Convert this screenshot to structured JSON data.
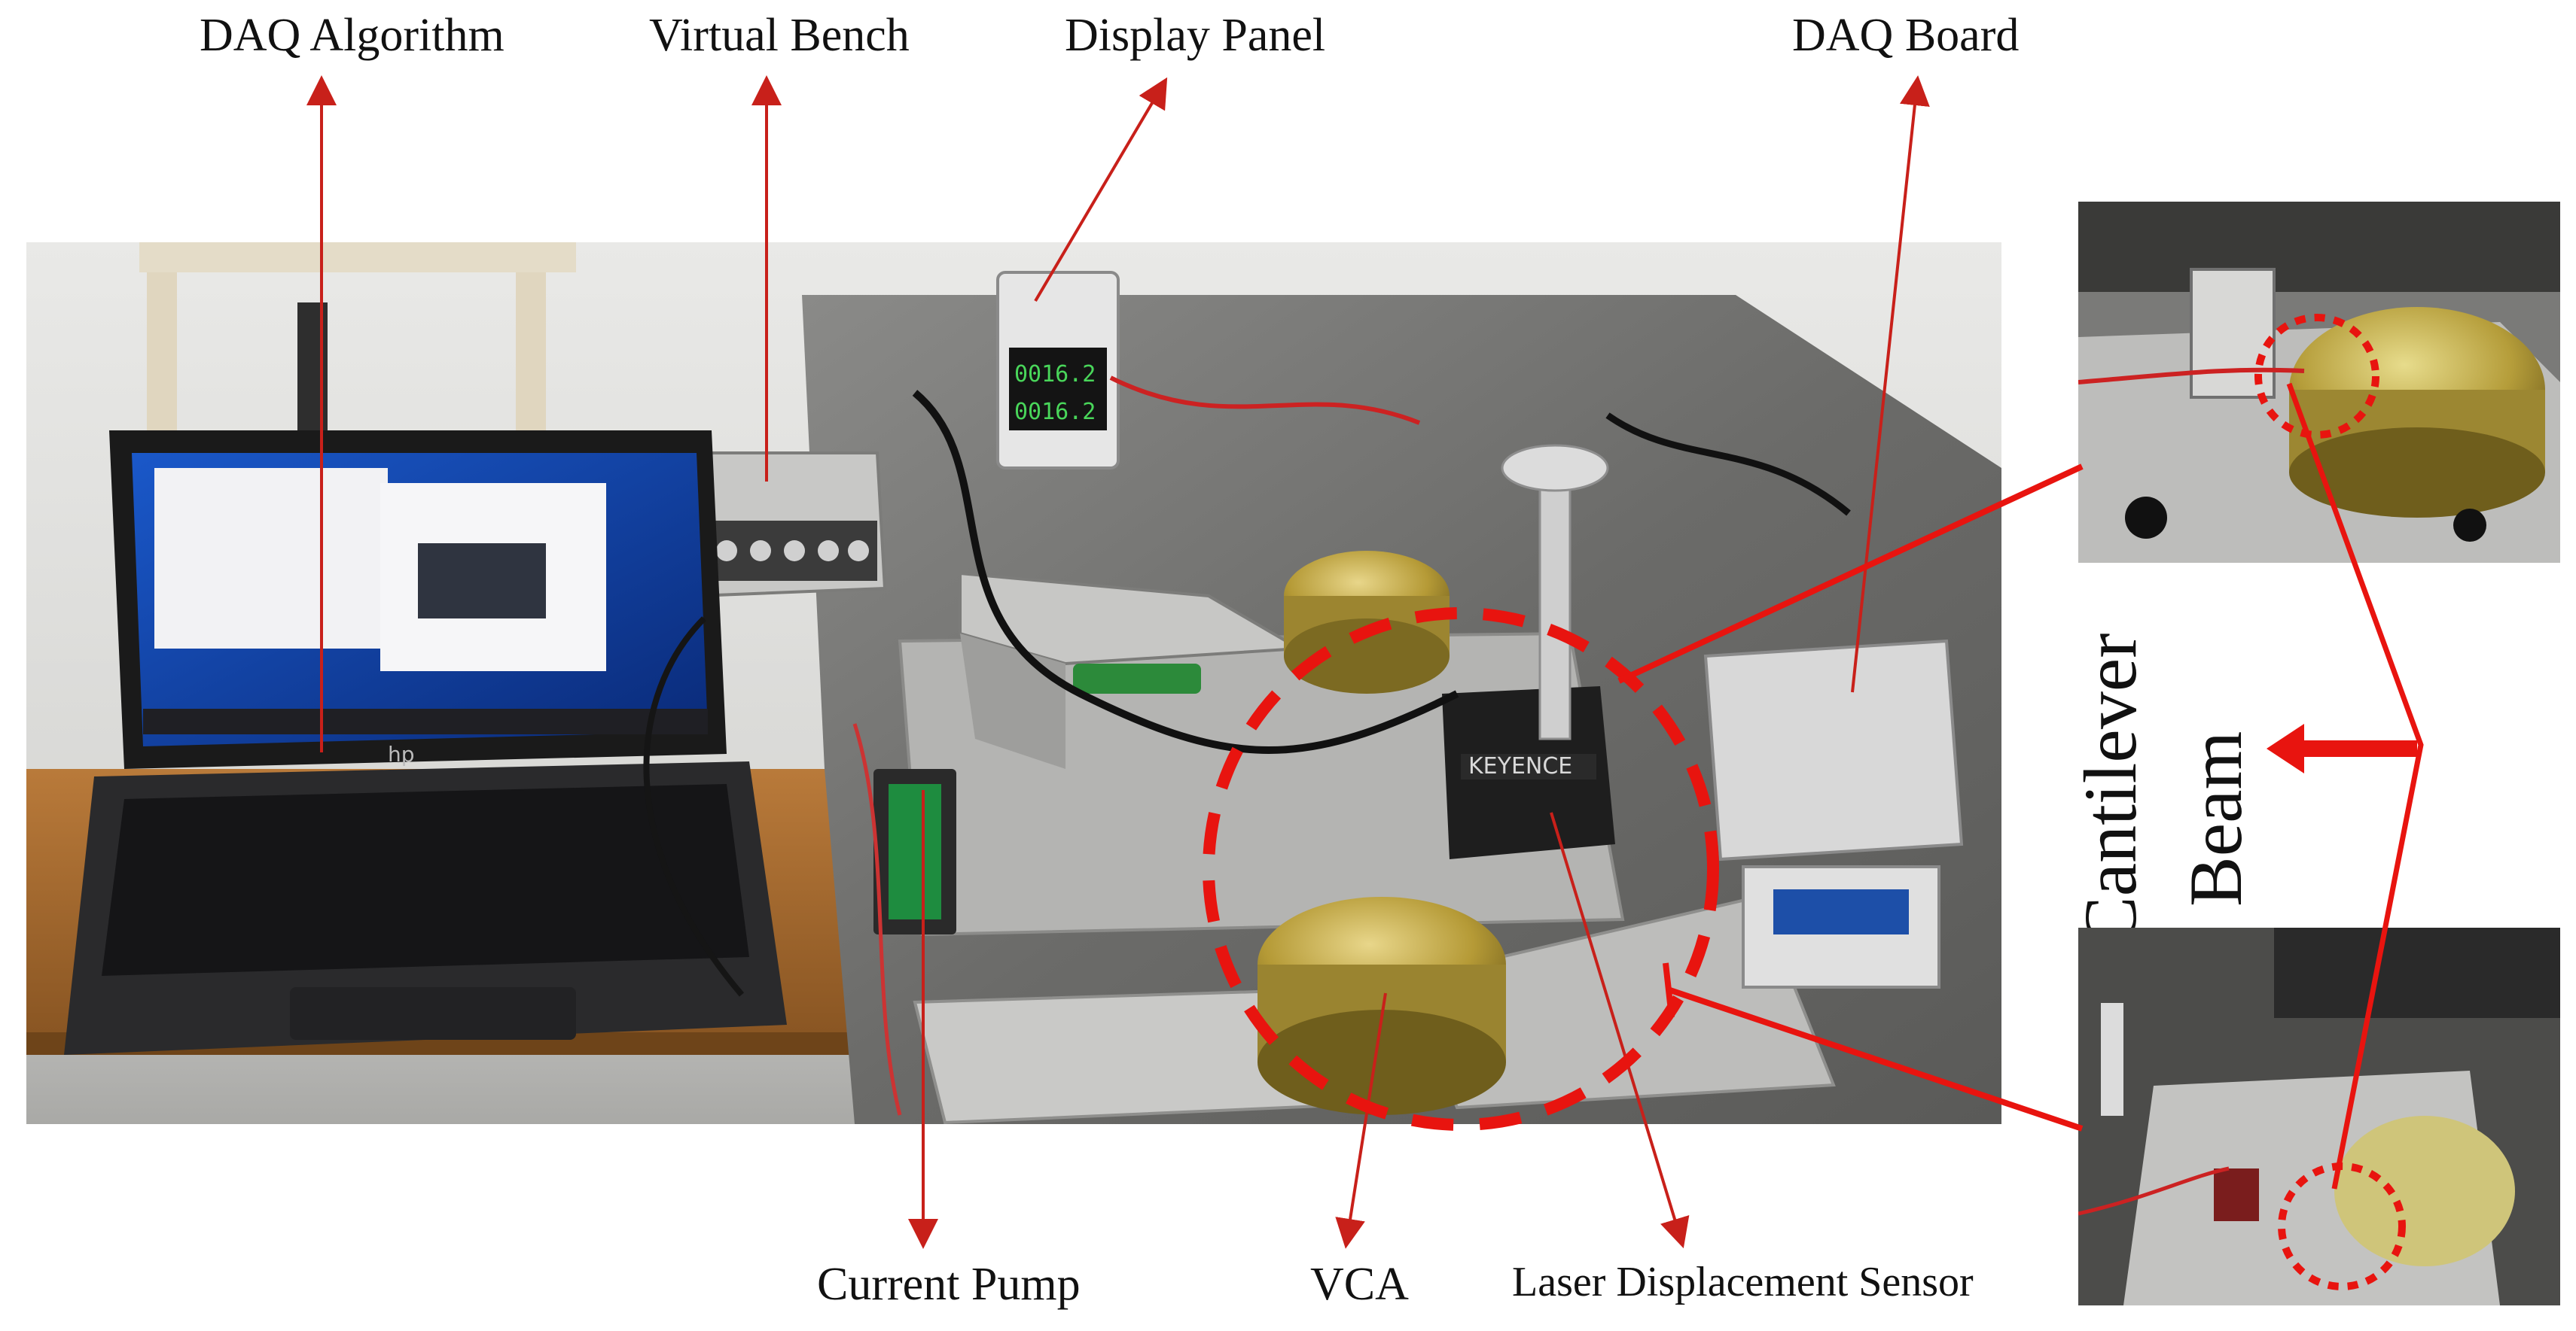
{
  "labels": {
    "daq_algorithm": "DAQ Algorithm",
    "virtual_bench": "Virtual Bench",
    "display_panel": "Display Panel",
    "daq_board": "DAQ Board",
    "current_pump": "Current Pump",
    "vca": "VCA",
    "laser_sensor": "Laser Displacement Sensor",
    "cantilever": "Cantilever",
    "beam": "Beam"
  },
  "device_text": {
    "laptop_brand": "hp",
    "sensor_brand": "KEYENCE",
    "display_reading_1": "0016.2",
    "display_reading_2": "0016.2"
  },
  "colors": {
    "annotation_red": "#e8140f",
    "granite": "#6a6a6a",
    "aluminum": "#c9c9c9",
    "brass": "#b7a23a",
    "screen_blue": "#0b3fa6"
  }
}
